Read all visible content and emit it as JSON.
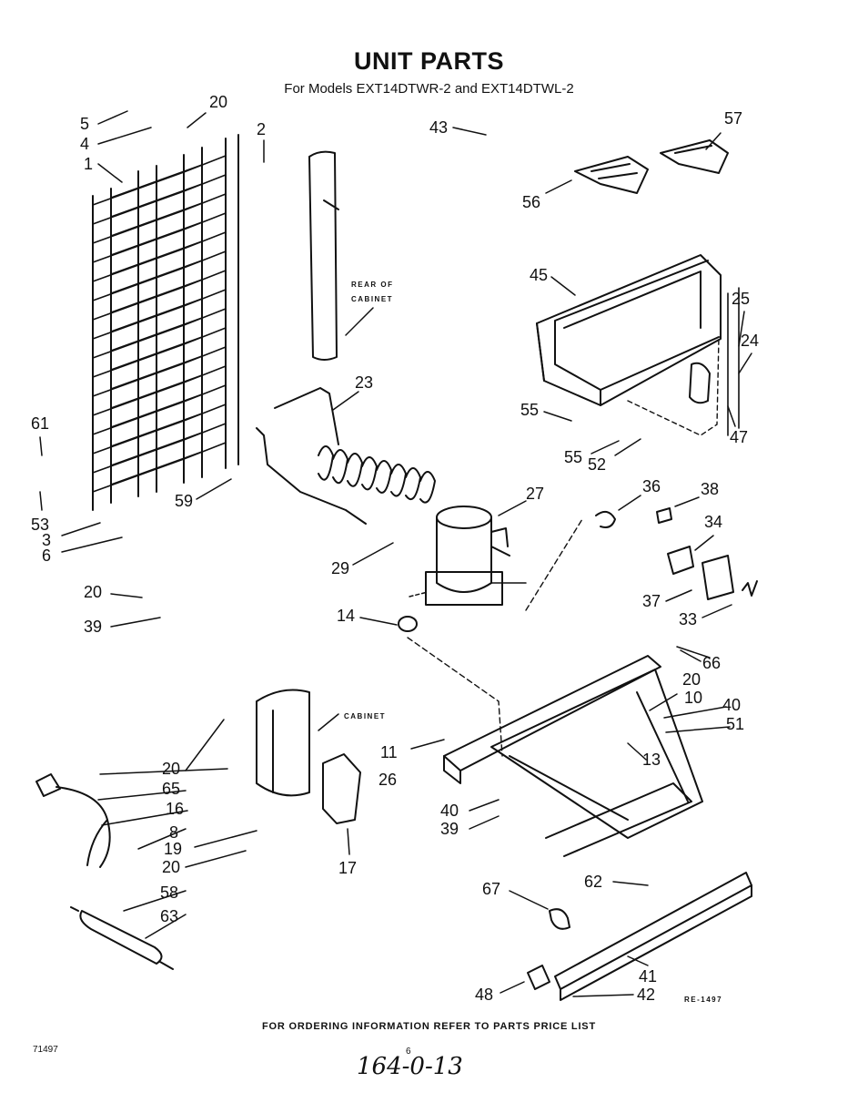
{
  "header": {
    "title": "UNIT PARTS",
    "subtitle": "For Models EXT14DTWR-2 and EXT14DTWL-2"
  },
  "callouts": [
    {
      "id": "c5",
      "text": "5"
    },
    {
      "id": "c4",
      "text": "4"
    },
    {
      "id": "c20a",
      "text": "20"
    },
    {
      "id": "c2",
      "text": "2"
    },
    {
      "id": "c1",
      "text": "1"
    },
    {
      "id": "c43",
      "text": "43"
    },
    {
      "id": "c57",
      "text": "57"
    },
    {
      "id": "c56",
      "text": "56"
    },
    {
      "id": "c45",
      "text": "45"
    },
    {
      "id": "c25",
      "text": "25"
    },
    {
      "id": "c24",
      "text": "24"
    },
    {
      "id": "c23",
      "text": "23"
    },
    {
      "id": "c55a",
      "text": "55"
    },
    {
      "id": "c55b",
      "text": "55"
    },
    {
      "id": "c52",
      "text": "52"
    },
    {
      "id": "c47",
      "text": "47"
    },
    {
      "id": "c61",
      "text": "61"
    },
    {
      "id": "c59",
      "text": "59"
    },
    {
      "id": "c53",
      "text": "53"
    },
    {
      "id": "c3",
      "text": "3"
    },
    {
      "id": "c6",
      "text": "6"
    },
    {
      "id": "c27",
      "text": "27"
    },
    {
      "id": "c36",
      "text": "36"
    },
    {
      "id": "c38",
      "text": "38"
    },
    {
      "id": "c34",
      "text": "34"
    },
    {
      "id": "c29",
      "text": "29"
    },
    {
      "id": "c20b",
      "text": "20"
    },
    {
      "id": "c39a",
      "text": "39"
    },
    {
      "id": "c37",
      "text": "37"
    },
    {
      "id": "c33",
      "text": "33"
    },
    {
      "id": "c14",
      "text": "14"
    },
    {
      "id": "c66",
      "text": "66"
    },
    {
      "id": "c20c",
      "text": "20"
    },
    {
      "id": "c10",
      "text": "10"
    },
    {
      "id": "c40a",
      "text": "40"
    },
    {
      "id": "c51",
      "text": "51"
    },
    {
      "id": "c11",
      "text": "11"
    },
    {
      "id": "c13",
      "text": "13"
    },
    {
      "id": "c20d",
      "text": "20"
    },
    {
      "id": "c26",
      "text": "26"
    },
    {
      "id": "c65",
      "text": "65"
    },
    {
      "id": "c16",
      "text": "16"
    },
    {
      "id": "c40b",
      "text": "40"
    },
    {
      "id": "c39b",
      "text": "39"
    },
    {
      "id": "c8",
      "text": "8"
    },
    {
      "id": "c19",
      "text": "19"
    },
    {
      "id": "c20e",
      "text": "20"
    },
    {
      "id": "c17",
      "text": "17"
    },
    {
      "id": "c62",
      "text": "62"
    },
    {
      "id": "c67",
      "text": "67"
    },
    {
      "id": "c58",
      "text": "58"
    },
    {
      "id": "c63",
      "text": "63"
    },
    {
      "id": "c41",
      "text": "41"
    },
    {
      "id": "c48",
      "text": "48"
    },
    {
      "id": "c42",
      "text": "42"
    }
  ],
  "notes": {
    "rear_of_cabinet_1": "REAR OF",
    "rear_of_cabinet_2": "CABINET",
    "cabinet": "CABINET",
    "drawing_number": "RE-1497"
  },
  "footer": {
    "ordering": "FOR ORDERING INFORMATION REFER TO PARTS PRICE LIST",
    "left_code": "71497",
    "page_number": "6",
    "handwritten": "164-0-13"
  }
}
